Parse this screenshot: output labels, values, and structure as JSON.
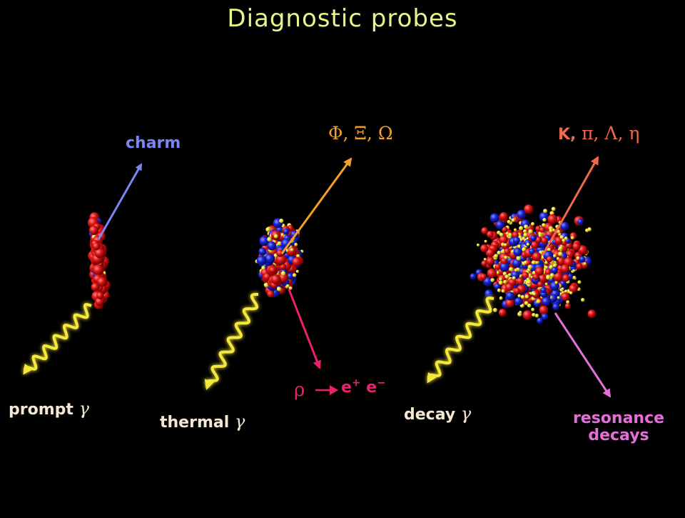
{
  "title": "Diagnostic probes",
  "labels": {
    "charm": "charm",
    "strange": "Φ, Ξ, Ω",
    "k_prefix": "K,",
    "k_greek": "π, Λ, η",
    "prompt": "prompt",
    "thermal": "thermal",
    "decay": "decay",
    "gamma": "γ",
    "rho": "ρ",
    "electron": "e",
    "plus": "+",
    "minus": "−",
    "resonance_line1": "resonance",
    "resonance_line2": "decays"
  },
  "colors": {
    "title": "#e6f58a",
    "charm": "#7b86f2",
    "strange": "#f2a02a",
    "kaon": "#f06a4a",
    "photon": "#f5e83a",
    "dilepton": "#ee1f6f",
    "resonance": "#e46fd8",
    "label_white": "#f4e8d0",
    "particle_red": "#e01616",
    "particle_blue": "#1a24d6",
    "particle_yellow": "#f0e23a"
  }
}
